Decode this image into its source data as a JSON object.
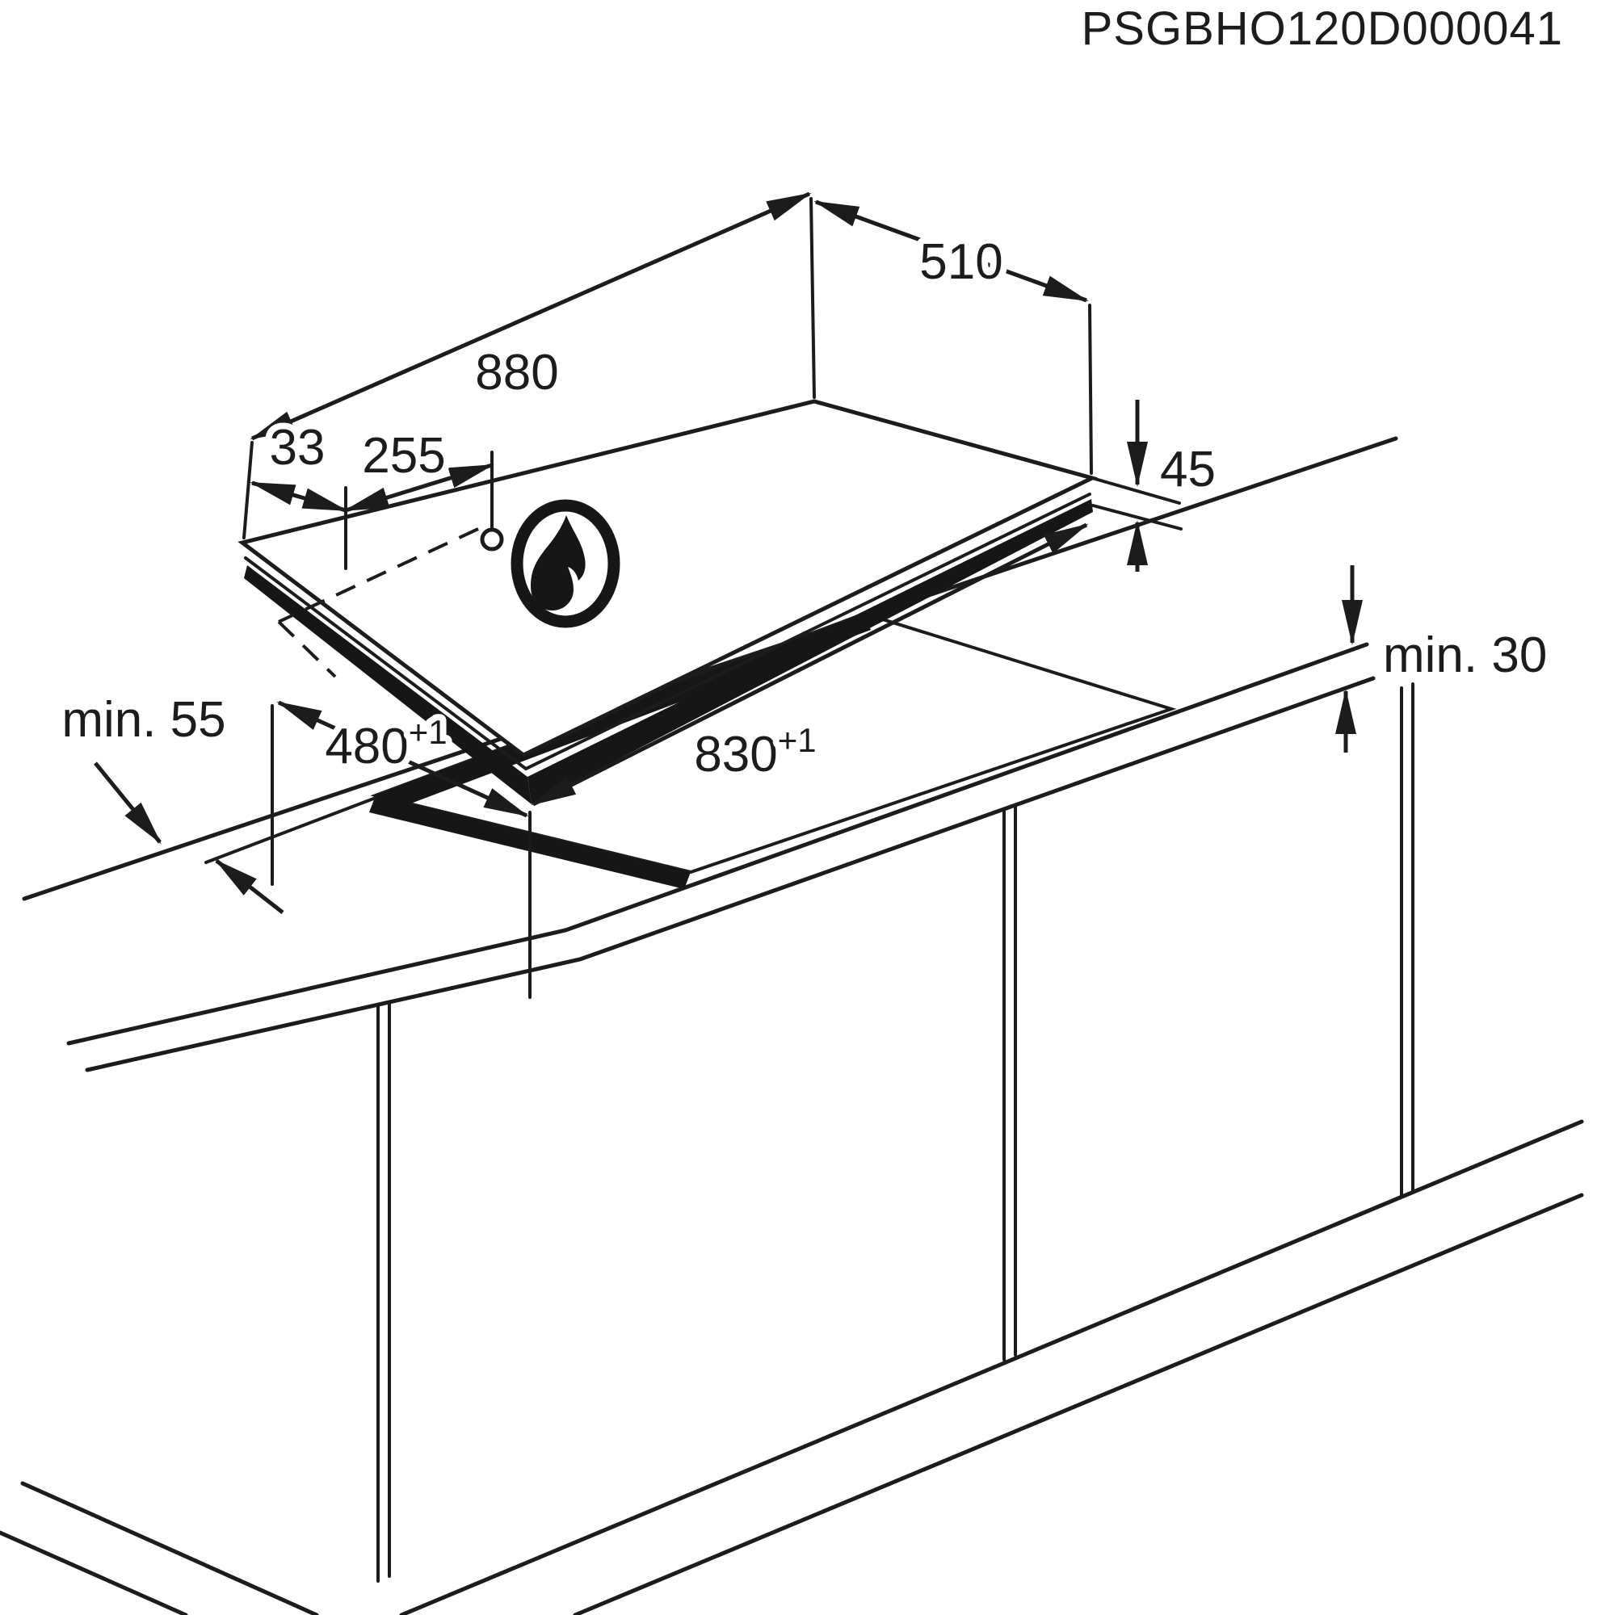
{
  "header": {
    "part_code": "PSGBHO120D000041"
  },
  "hob": {
    "width_label": "880",
    "depth_label": "510",
    "thickness_label": "45",
    "gas_offset_side_label": "33",
    "gas_offset_depth_label": "255"
  },
  "cutout": {
    "depth_label": "480",
    "depth_tolerance": "+1",
    "width_label": "830",
    "width_tolerance": "+1"
  },
  "clearances": {
    "min_edge_distance_label": "min. 55",
    "min_worktop_thickness_label": "min. 30"
  },
  "icons": {
    "flame": "flame-icon"
  },
  "colors": {
    "line": "#1c1c1c",
    "background": "#ffffff"
  }
}
